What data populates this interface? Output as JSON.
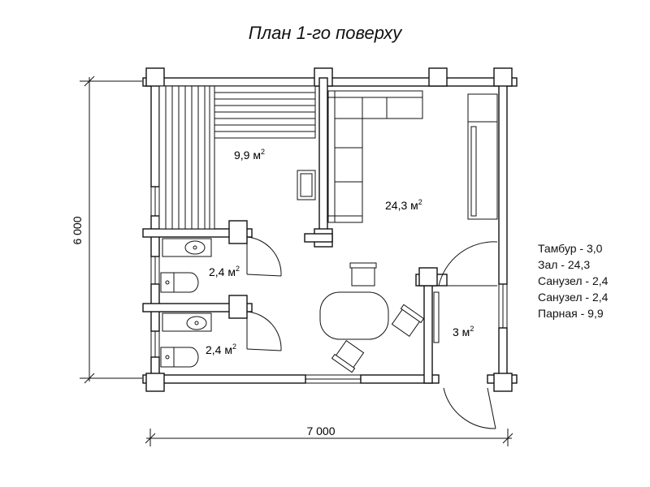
{
  "title": "План 1-го поверху",
  "dimensions": {
    "width": "7 000",
    "height": "6 000"
  },
  "rooms": [
    {
      "name": "sauna",
      "area": "9,9 м",
      "sup": "2"
    },
    {
      "name": "hall",
      "area": "24,3 м",
      "sup": "2"
    },
    {
      "name": "bathroom-top",
      "area": "2,4 м",
      "sup": "2"
    },
    {
      "name": "bathroom-bottom",
      "area": "2,4 м",
      "sup": "2"
    },
    {
      "name": "vestibule",
      "area": "3 м",
      "sup": "2"
    }
  ],
  "legend": [
    "Тамбур - 3,0",
    "Зал - 24,3",
    "Санузел - 2,4",
    "Санузел - 2,4",
    "Парная - 9,9"
  ]
}
